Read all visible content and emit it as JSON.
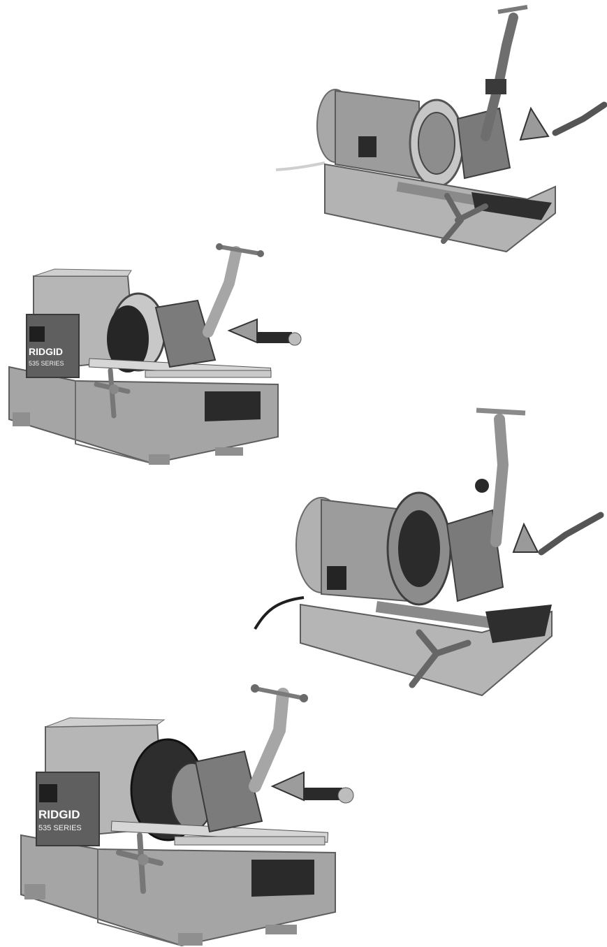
{
  "photos": [
    {
      "name": "threading-machine-photo-1",
      "model": "",
      "brand": "",
      "series": ""
    },
    {
      "name": "threading-machine-photo-2",
      "model": "",
      "brand": "RIDGID",
      "series": "535 SERIES"
    },
    {
      "name": "threading-machine-photo-3",
      "model": "",
      "brand": "",
      "series": ""
    },
    {
      "name": "threading-machine-photo-4",
      "model": "",
      "brand": "RIDGID",
      "series": "535 SERIES"
    }
  ],
  "colors": {
    "background": "#ffffff",
    "body_light": "#b9b9b9",
    "body_mid": "#9a9a9a",
    "body_dark": "#5e5e5e",
    "metal": "#d6d6d6",
    "black_part": "#2a2a2a"
  }
}
